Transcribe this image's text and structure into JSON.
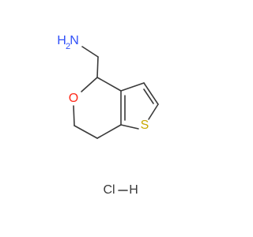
{
  "molecule": {
    "atoms": {
      "amine_n": "N",
      "amine_h2": "H",
      "amine_h2_sub": "2",
      "ring_oxygen": "O",
      "ring_sulfur": "S"
    },
    "salt": {
      "chloride": "Cl",
      "hydrogen": "H"
    }
  },
  "colors": {
    "bond": "#3a3a3a",
    "nitrogen": "#3050f8",
    "oxygen": "#ff2a1a",
    "sulfur": "#c8a800",
    "salt": "#3a3a3a"
  }
}
